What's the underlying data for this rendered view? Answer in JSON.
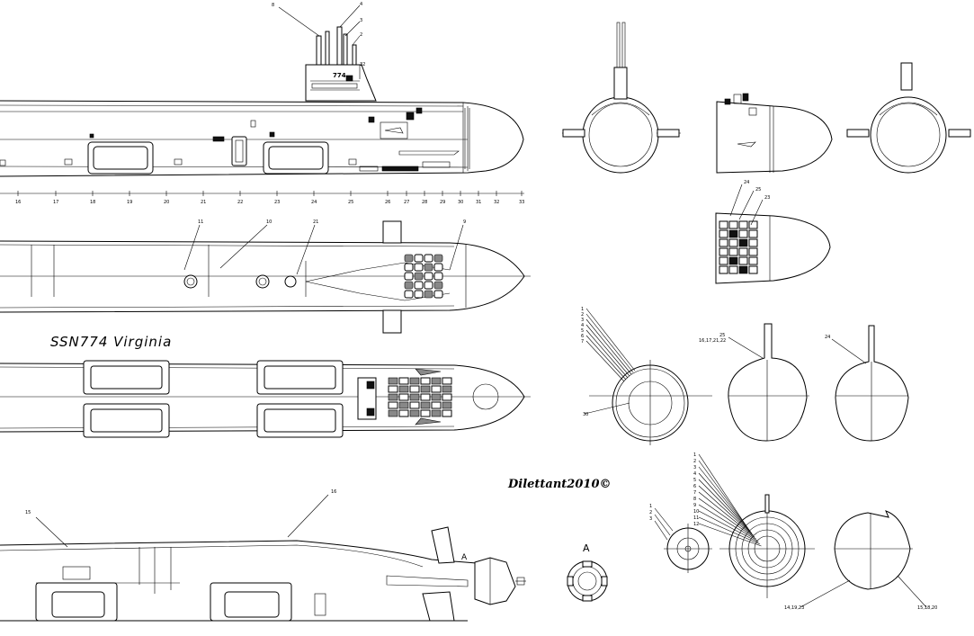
{
  "title": "SSN774  Virginia",
  "author_mark": "Dilettant2010©",
  "sail_number": "774",
  "section_view_label": "A",
  "stern_section_marker": "A",
  "frame_scale_labels": [
    "16",
    "17",
    "18",
    "19",
    "20",
    "21",
    "22",
    "23",
    "24",
    "25",
    "26",
    "27",
    "28",
    "29",
    "30",
    "31",
    "32",
    "33"
  ],
  "callouts": {
    "side_view": [
      "8",
      "4",
      "3",
      "2",
      "32"
    ],
    "top_view": [
      "11",
      "10",
      "21",
      "9"
    ],
    "stern_view": [
      "15",
      "16"
    ],
    "bow_section_detail": [
      "24",
      "25",
      "23"
    ],
    "section_1": [
      "1",
      "2",
      "3",
      "4",
      "5",
      "6",
      "7",
      "30"
    ],
    "section_1_profile": [
      "25",
      "16,17,21,22"
    ],
    "section_2_profile": [
      "24"
    ],
    "section_3": [
      "1",
      "2",
      "3",
      "4",
      "5",
      "6",
      "7",
      "8",
      "9",
      "10",
      "11",
      "12"
    ],
    "section_3_small": [
      "1",
      "2",
      "3"
    ],
    "section_4_profile": [
      "14,19,23",
      "15,18,20"
    ]
  }
}
